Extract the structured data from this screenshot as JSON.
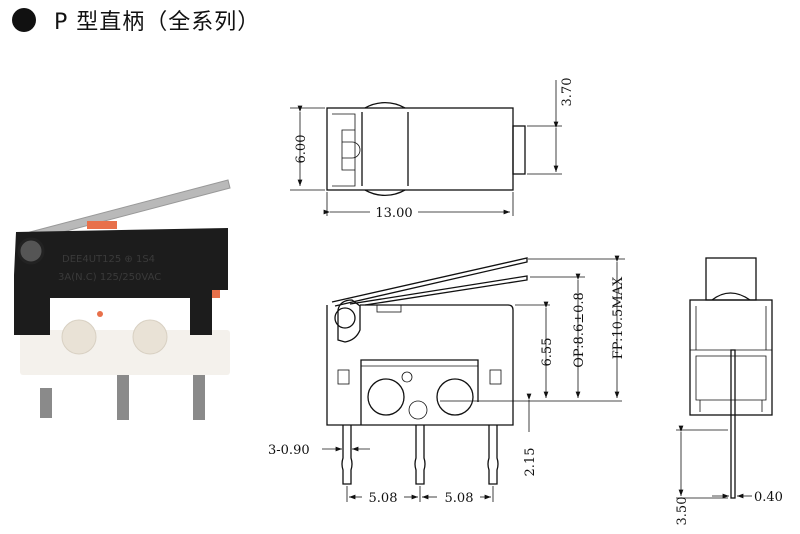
{
  "header": {
    "title": "P 型直柄（全系列）",
    "bullet_icon": "filled-circle-icon"
  },
  "photo": {
    "body_print_line1": "DEE4UT125 ⊕ 1S4",
    "body_print_line2": "3A(N.C) 125/250VAC",
    "colors": {
      "housing": "#1c1c1c",
      "base": "#f4f1ec",
      "accent": "#e8704a"
    }
  },
  "top_view": {
    "height_dim": "6.00",
    "length_dim": "13.00",
    "step_dim": "3.70"
  },
  "side_view": {
    "body_height_dim": "6.55",
    "op_dim": "OP:8.6±0.8",
    "fp_dim": "FP:10.5MAX",
    "pin_offset_dim": "2.15",
    "pin_width_dim": "3-0.90",
    "pitch_left_dim": "5.08",
    "pitch_right_dim": "5.08"
  },
  "end_view": {
    "pin_length_dim": "3.50",
    "pin_thickness_dim": "0.40"
  }
}
